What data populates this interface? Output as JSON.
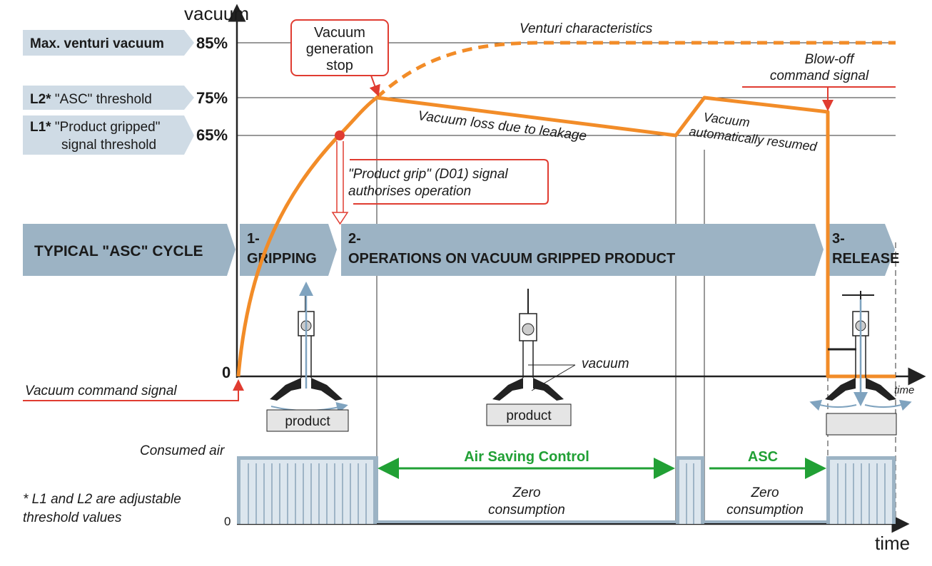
{
  "colors": {
    "orange": "#f28c28",
    "red": "#e03c31",
    "steel": "#9cb3c4",
    "steel_light": "#dce6ee",
    "green": "#21a035",
    "dark": "#222222",
    "grid": "#333333"
  },
  "axes": {
    "y_title": "vacuum",
    "x_title": "time",
    "x_title_small": "time",
    "zero": "0",
    "zero_air": "0"
  },
  "thresholds": [
    {
      "bold": "Max. venturi vacuum",
      "rest": "",
      "value": "85%"
    },
    {
      "bold": "L2*",
      "rest": " \"ASC\" threshold",
      "value": "75%"
    },
    {
      "bold": "L1*",
      "rest": " \"Product gripped\"",
      "line2": "signal threshold",
      "value": "65%"
    }
  ],
  "annotations": {
    "venturi": "Venturi characteristics",
    "stop_l1": "Vacuum",
    "stop_l2": "generation",
    "stop_l3": "stop",
    "blowoff_l1": "Blow-off",
    "blowoff_l2": "command signal",
    "leak": "Vacuum loss due to leakage",
    "resumed_l1": "Vacuum",
    "resumed_l2": "automatically resumed",
    "grip_l1": "\"Product grip\" (D01) signal",
    "grip_l2": "authorises operation",
    "vacuum_cmd": "Vacuum command signal",
    "vacuum_word": "vacuum",
    "consumed_air": "Consumed air",
    "footnote_l1": "* L1 and L2 are adjustable",
    "footnote_l2": "threshold values",
    "asc_full": "Air Saving Control",
    "asc_short": "ASC",
    "zero_cons_l1": "Zero",
    "zero_cons_l2": "consumption"
  },
  "phases": {
    "cycle": "TYPICAL \"ASC\" CYCLE",
    "p1_num": "1-",
    "p1": "GRIPPING",
    "p2_num": "2-",
    "p2": "OPERATIONS ON VACUUM GRIPPED PRODUCT",
    "p3_num": "3-",
    "p3": "RELEASE"
  },
  "products": {
    "product_label": "product"
  }
}
